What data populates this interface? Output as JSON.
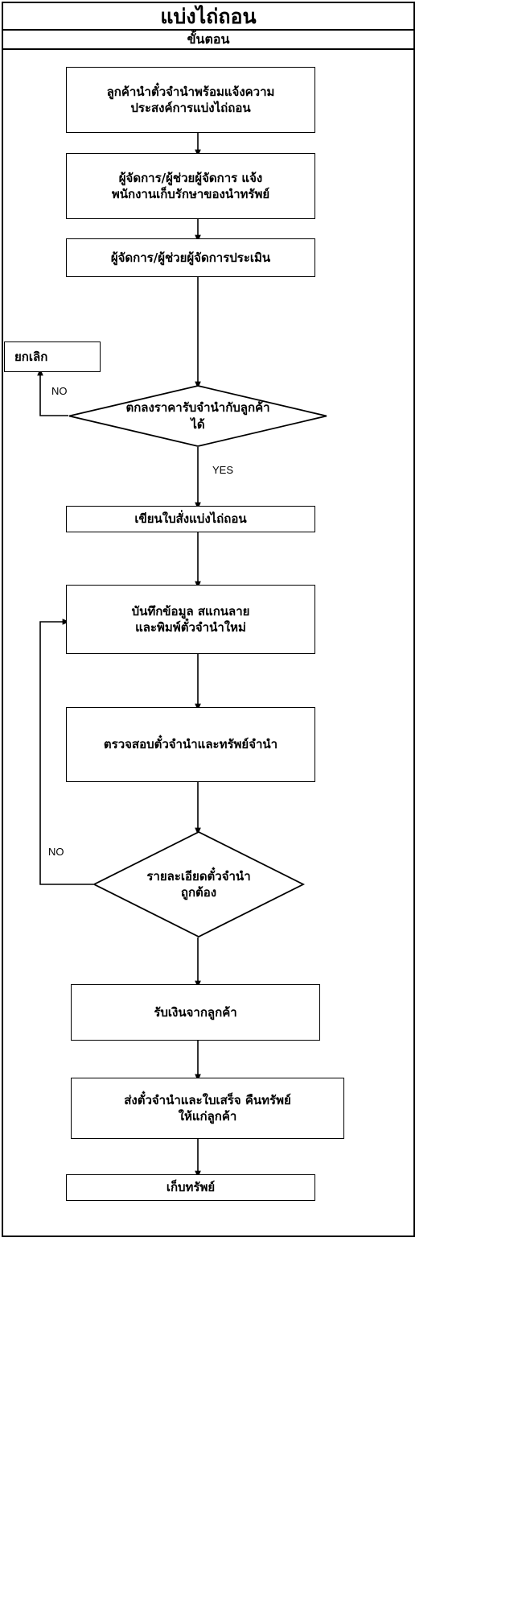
{
  "header": {
    "title": "แบ่งไถ่ถอน",
    "subtitle": "ขั้นตอน"
  },
  "flow": {
    "type": "flowchart",
    "nodes": [
      {
        "id": "n1",
        "shape": "process",
        "text": "ลูกค้านำตั๋วจำนำพร้อมแจ้งความ\nประสงค์การแบ่งไถ่ถอน"
      },
      {
        "id": "n2",
        "shape": "process",
        "text": "ผู้จัดการ/ผู้ช่วยผู้จัดการ แจ้ง\nพนักงานเก็บรักษาของนำทรัพย์"
      },
      {
        "id": "n3",
        "shape": "process",
        "text": "ผู้จัดการ/ผู้ช่วยผู้จัดการประเมิน"
      },
      {
        "id": "cancel",
        "shape": "process",
        "text": "ยกเลิก"
      },
      {
        "id": "d1",
        "shape": "decision",
        "text": "ตกลงราคารับจำนำกับลูกค้า\nได้"
      },
      {
        "id": "n4",
        "shape": "process",
        "text": "เขียนใบสั่งแบ่งไถ่ถอน"
      },
      {
        "id": "n5",
        "shape": "process",
        "text": "บันทึกข้อมูล สแกนลาย\nและพิมพ์ตั๋วจำนำใหม่"
      },
      {
        "id": "n6",
        "shape": "process",
        "text": "ตรวจสอบตั๋วจำนำและทรัพย์จำนำ"
      },
      {
        "id": "d2",
        "shape": "decision",
        "text": "รายละเอียดตั๋วจำนำ\nถูกต้อง"
      },
      {
        "id": "n7",
        "shape": "process",
        "text": "รับเงินจากลูกค้า"
      },
      {
        "id": "n8",
        "shape": "process",
        "text": "ส่งตั๋วจำนำและใบเสร็จ คืนทรัพย์\nให้แก่ลูกค้า"
      },
      {
        "id": "n9",
        "shape": "process",
        "text": "เก็บทรัพย์"
      }
    ],
    "edge_labels": {
      "d1_no": "NO",
      "d1_yes": "YES",
      "d2_no": "NO"
    }
  },
  "colors": {
    "stroke": "#000000",
    "fill": "#ffffff",
    "text": "#000000"
  }
}
